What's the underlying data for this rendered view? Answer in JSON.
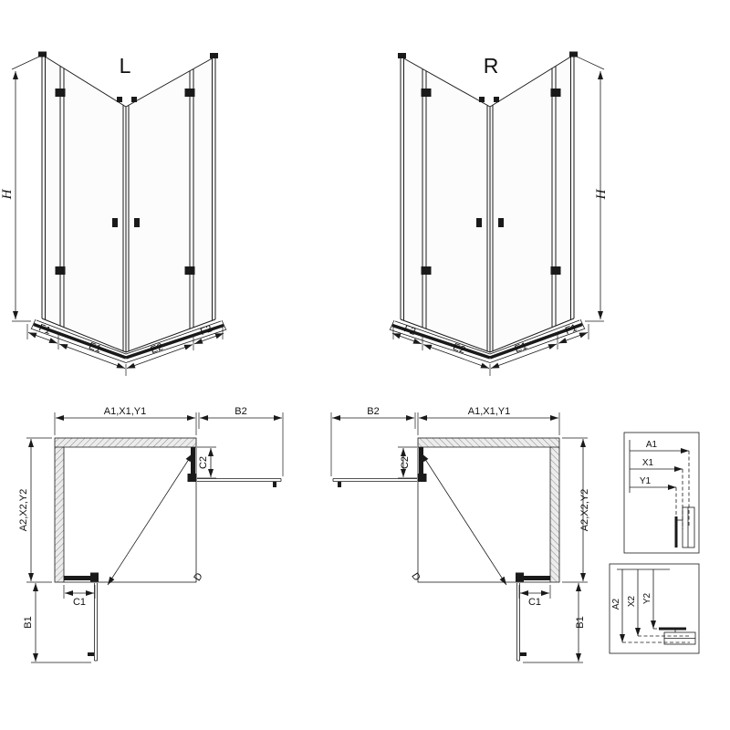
{
  "iso_left": {
    "variant": "L",
    "height": "H",
    "f1": "F1",
    "e1": "E1",
    "e2": "E2",
    "f2": "F2"
  },
  "iso_right": {
    "variant": "R",
    "height": "H",
    "f1": "F1",
    "e1": "E1",
    "e2": "E2",
    "f2": "F2"
  },
  "plan_left": {
    "top": "A1,X1,Y1",
    "b2": "B2",
    "c2": "C2",
    "side": "A2,X2,Y2",
    "c1": "C1",
    "b1": "B1",
    "d": "D"
  },
  "plan_right": {
    "top": "A1,X1,Y1",
    "b2": "B2",
    "c2": "C2",
    "side": "A2,X2,Y2",
    "c1": "C1",
    "b1": "B1",
    "d": "D"
  },
  "detail_h": {
    "a1": "A1",
    "x1": "X1",
    "y1": "Y1"
  },
  "detail_v": {
    "a2": "A2",
    "x2": "X2",
    "y2": "Y2"
  },
  "colors": {
    "line": "#1a1a1a",
    "hatch": "#8c8c8c",
    "wall_band": "#ececec",
    "background": "#ffffff"
  }
}
